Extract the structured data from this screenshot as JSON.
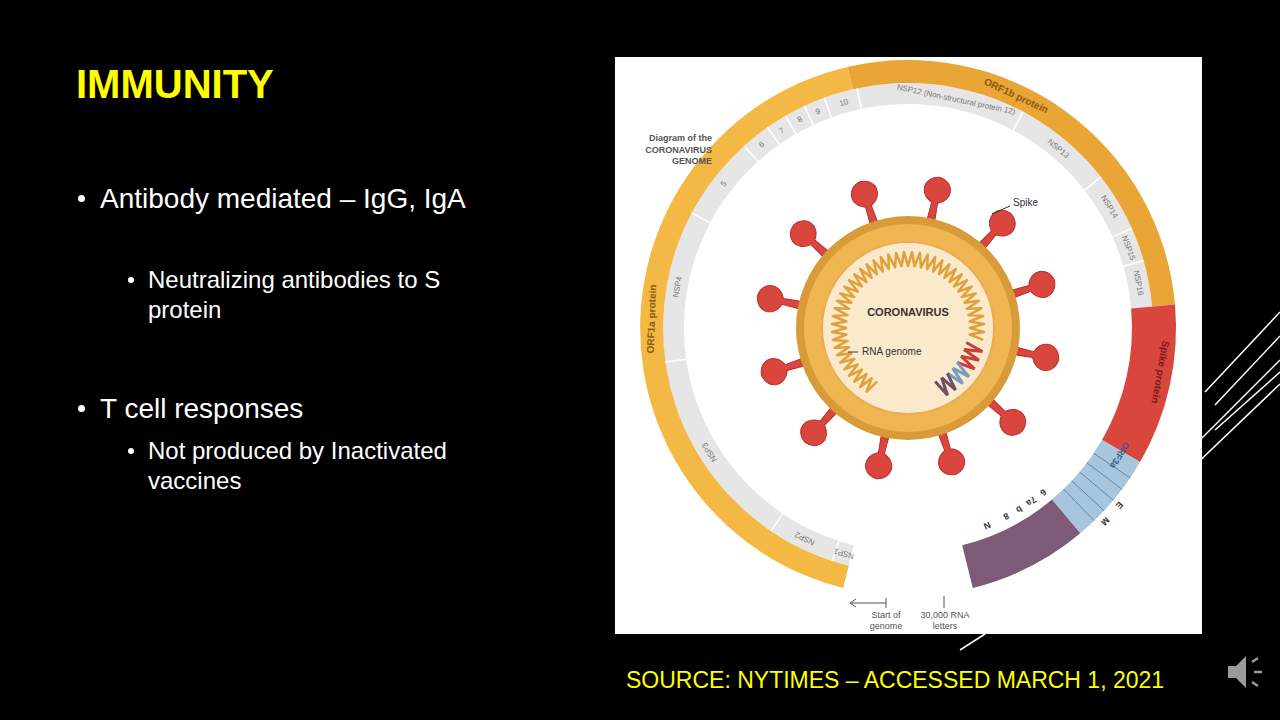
{
  "diagram": {
    "title": "IMMUNITY",
    "caption": "SOURCE: NYTIMES – ACCESSED MARCH 1, 2021",
    "nodes": [
      {
        "text": [
          "CORONAVIRUS"
        ]
      }
    ],
    "labels": [
      "Antibody mediated – IgG, IgA",
      "Neutralizing antibodies to S protein",
      "T cell responses",
      "Not produced by Inactivated vaccines",
      "Diagram of the CORONAVIRUS GENOME",
      "ORF1b protein",
      "ORF1a protein",
      "Spike protein",
      "NSP12 (Non-structural protein 12)",
      "NSP13",
      "NSP14",
      "NSP15",
      "NSP16",
      "10",
      "9",
      "8",
      "7",
      "6",
      "5",
      "NSP4",
      "NSP3",
      "NSP2",
      "NSP1",
      "ORF3a",
      "E",
      "M",
      "6",
      "7a",
      "b",
      "8",
      "N",
      "Spike",
      "RNA genome",
      "Start of genome",
      "30,000 RNA letters"
    ]
  }
}
